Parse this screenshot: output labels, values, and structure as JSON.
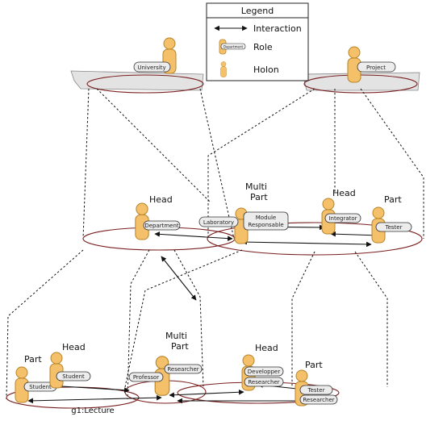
{
  "legend": {
    "title": "Legend",
    "interaction": "Interaction",
    "role": "Role",
    "holon": "Holon",
    "role_sample": "Department"
  },
  "colors": {
    "holon_fill": "#f4c06a",
    "holon_stroke": "#b88428",
    "ring": "#7a1f1f",
    "plane": "#e3e3e3",
    "role_fill": "#ececec"
  },
  "icons": {
    "holon": "person-figure",
    "interaction": "double-headed-arrow",
    "role": "rounded-label"
  },
  "top": {
    "university_role": "University",
    "project_role": "Project"
  },
  "middle": {
    "head1_label": "Head",
    "department_role": "Department",
    "multipart_label_line1": "Multi",
    "multipart_label_line2": "Part",
    "laboratory_role": "Laboratory",
    "module_role_line1": "Module",
    "module_role_line2": "Responsable",
    "head2_label": "Head",
    "integrator_role": "Integrator",
    "part_label": "Part",
    "tester_role": "Tester"
  },
  "bottom": {
    "part1_label": "Part",
    "head1_label": "Head",
    "student_role_a": "Student",
    "student_role_b": "Student",
    "multipart_label_line1": "Multi",
    "multipart_label_line2": "Part",
    "professor_role": "Professor",
    "researcher_role": "Researcher",
    "head2_label": "Head",
    "developper_role": "Developper",
    "researcher2_role": "Researcher",
    "part2_label": "Part",
    "tester_role": "Tester",
    "researcher3_role": "Researcher",
    "group_label": "g1:Lecture"
  }
}
